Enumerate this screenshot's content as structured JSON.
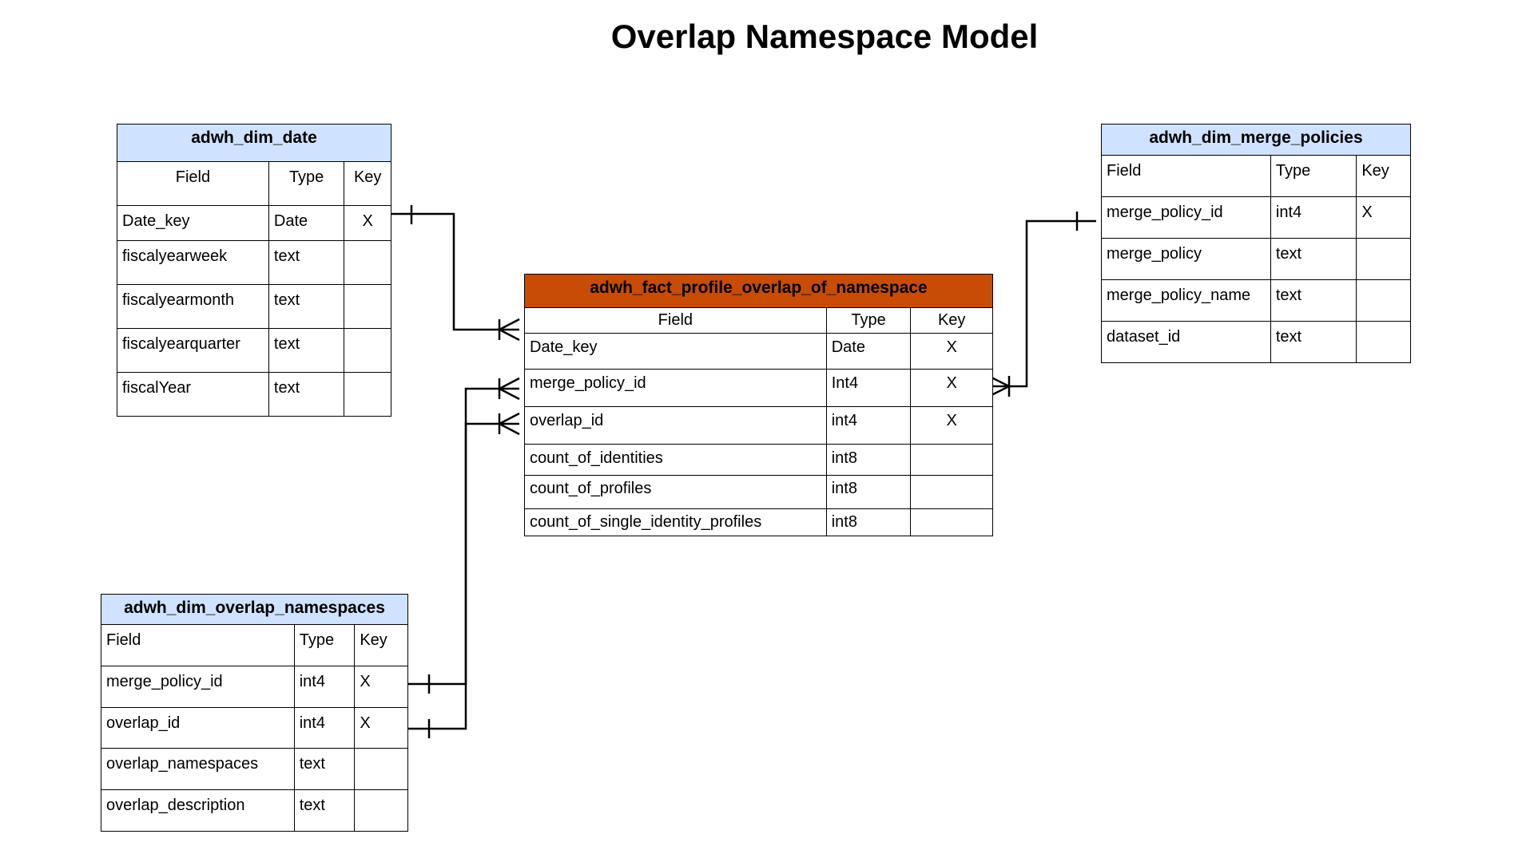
{
  "title": "Overlap Namespace Model",
  "colors": {
    "dimension_header": "#cfe2ff",
    "fact_header": "#c84c05"
  },
  "tables": {
    "date": {
      "name": "adwh_dim_date",
      "columns": [
        "Field",
        "Type",
        "Key"
      ],
      "rows": [
        [
          "Date_key",
          "Date",
          "X"
        ],
        [
          "fiscalyearweek",
          "text",
          ""
        ],
        [
          "fiscalyearmonth",
          "text",
          ""
        ],
        [
          "fiscalyearquarter",
          "text",
          ""
        ],
        [
          "fiscalYear",
          "text",
          ""
        ]
      ]
    },
    "fact": {
      "name": "adwh_fact_profile_overlap_of_namespace",
      "columns": [
        "Field",
        "Type",
        "Key"
      ],
      "rows": [
        [
          "Date_key",
          "Date",
          "X"
        ],
        [
          "merge_policy_id",
          "Int4",
          "X"
        ],
        [
          "overlap_id",
          "int4",
          "X"
        ],
        [
          "count_of_identities",
          "int8",
          ""
        ],
        [
          "count_of_profiles",
          "int8",
          ""
        ],
        [
          "count_of_single_identity_profiles",
          "int8",
          ""
        ]
      ]
    },
    "merge": {
      "name": "adwh_dim_merge_policies",
      "columns": [
        "Field",
        "Type",
        "Key"
      ],
      "rows": [
        [
          "merge_policy_id",
          "int4",
          "X"
        ],
        [
          "merge_policy",
          "text",
          ""
        ],
        [
          "merge_policy_name",
          "text",
          ""
        ],
        [
          "dataset_id",
          "text",
          ""
        ]
      ]
    },
    "overlap": {
      "name": "adwh_dim_overlap_namespaces",
      "columns": [
        "Field",
        "Type",
        "Key"
      ],
      "rows": [
        [
          "merge_policy_id",
          "int4",
          "X"
        ],
        [
          "overlap_id",
          "int4",
          "X"
        ],
        [
          "overlap_namespaces",
          "text",
          ""
        ],
        [
          "overlap_description",
          "text",
          ""
        ]
      ]
    }
  }
}
